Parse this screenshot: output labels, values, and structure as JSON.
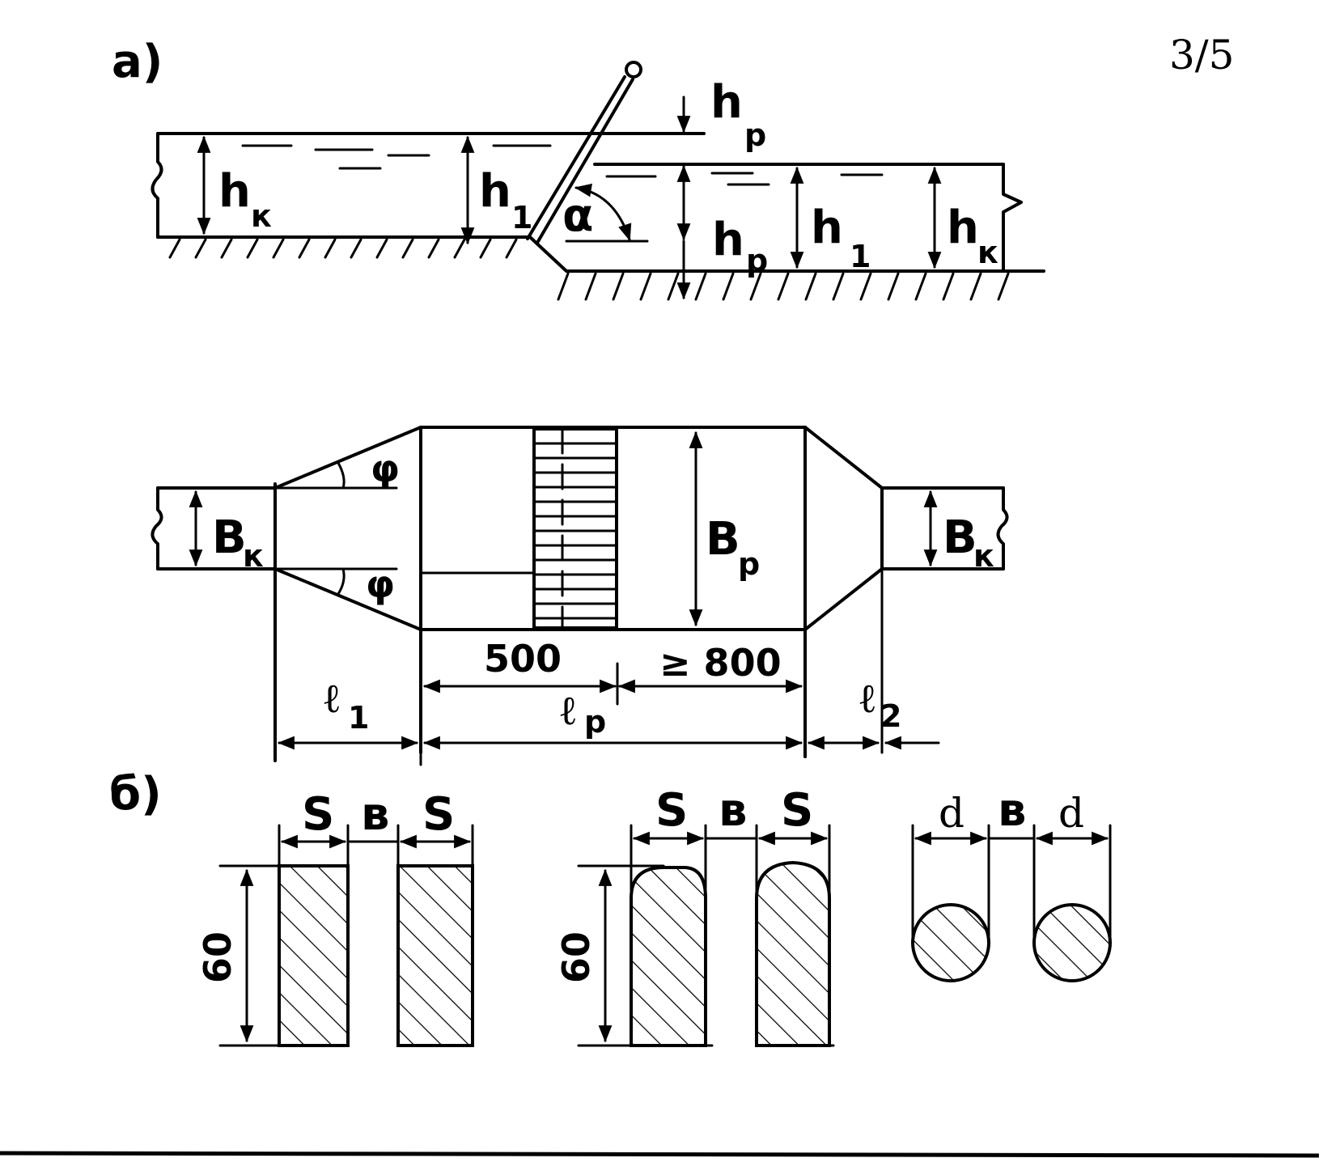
{
  "page_number": "3/5",
  "part_a": {
    "label": "а)",
    "profile": {
      "left_depth": {
        "main": "h",
        "sub": "к"
      },
      "left_head": {
        "main": "h",
        "sub": "1"
      },
      "top_drop": {
        "main": "h",
        "sub": "р"
      },
      "angle": "α",
      "step_drop": {
        "main": "h",
        "sub": "р"
      },
      "right_head": {
        "main": "h",
        "sub": "1"
      },
      "right_depth": {
        "main": "h",
        "sub": "к"
      }
    },
    "plan": {
      "channel_width_left": {
        "main": "B",
        "sub": "к"
      },
      "channel_width_right": {
        "main": "B",
        "sub": "к"
      },
      "chamber_width": {
        "main": "B",
        "sub": "р"
      },
      "angle_top": "φ",
      "angle_bottom": "φ",
      "dim_before_grate": "500",
      "dim_after_grate": "≥ 800",
      "length_inlet": {
        "main": "ℓ",
        "sub": "1"
      },
      "length_chamber": {
        "main": "ℓ",
        "sub": "р"
      },
      "length_outlet": {
        "main": "ℓ",
        "sub": "2"
      }
    }
  },
  "part_b": {
    "label": "б)",
    "rect_bars": {
      "left_thickness": "S",
      "gap": "в",
      "right_thickness": "S",
      "height": "60"
    },
    "rounded_bars": {
      "left_thickness": "S",
      "gap": "в",
      "right_thickness": "S",
      "height": "60"
    },
    "round_bars": {
      "left_diameter": "d",
      "gap": "в",
      "right_diameter": "d"
    }
  }
}
